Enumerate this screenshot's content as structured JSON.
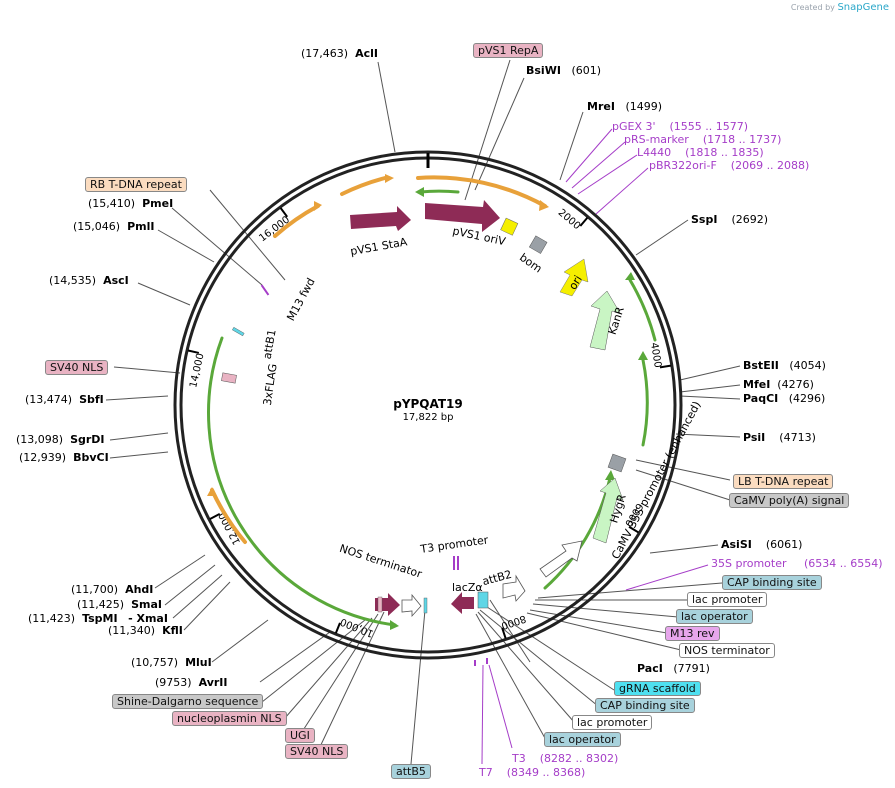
{
  "brand": {
    "created_by": "Created by",
    "product": "SnapGene"
  },
  "plasmid": {
    "name": "pYPQAT19",
    "size": "17,822 bp"
  },
  "ticks": [
    "2000",
    "4000",
    "6000",
    "8000",
    "10,000",
    "12,000",
    "14,000",
    "16,000"
  ],
  "features": {
    "pvs1_stab": "pVS1 StaA",
    "pvs1_oriv": "pVS1 oriV",
    "bom": "bom",
    "ori": "ori",
    "kanr": "KanR",
    "hygr": "HygR",
    "camv35s": "CaMV 35S promoter (enhanced)",
    "t3_promoter": "T3 promoter",
    "lacza": "lacZα",
    "attb2": "attB2",
    "nos_terminator": "NOS terminator",
    "m13_fwd": "M13 fwd",
    "attb1": "attB1",
    "flag": "3xFLAG"
  },
  "sites": {
    "acli": {
      "name": "AclI",
      "pos": "(17,463)"
    },
    "bsiwi": {
      "name": "BsiWI",
      "pos": "(601)"
    },
    "mrei": {
      "name": "MreI",
      "pos": "(1499)"
    },
    "sspi": {
      "name": "SspI",
      "pos": "(2692)"
    },
    "bsteii": {
      "name": "BstEII",
      "pos": "(4054)"
    },
    "mfei": {
      "name": "MfeI",
      "pos": "(4276)"
    },
    "paqci": {
      "name": "PaqCI",
      "pos": "(4296)"
    },
    "psii": {
      "name": "PsiI",
      "pos": "(4713)"
    },
    "asisi": {
      "name": "AsiSI",
      "pos": "(6061)"
    },
    "paci": {
      "name": "PacI",
      "pos": "(7791)"
    },
    "pmei": {
      "name": "PmeI",
      "pos": "(15,410)"
    },
    "pmli": {
      "name": "PmlI",
      "pos": "(15,046)"
    },
    "asci": {
      "name": "AscI",
      "pos": "(14,535)"
    },
    "sbfi": {
      "name": "SbfI",
      "pos": "(13,474)"
    },
    "sgrdi": {
      "name": "SgrDI",
      "pos": "(13,098)"
    },
    "bbvci": {
      "name": "BbvCI",
      "pos": "(12,939)"
    },
    "ahdi": {
      "name": "AhdI",
      "pos": "(11,700)"
    },
    "smai": {
      "name": "SmaI",
      "pos": "(11,425)"
    },
    "tspmi": {
      "name": "TspMI",
      "pos": "(11,423)"
    },
    "xmai": {
      "name": "- XmaI",
      "pos": ""
    },
    "kfli": {
      "name": "KflI",
      "pos": "(11,340)"
    },
    "mlui": {
      "name": "MluI",
      "pos": "(10,757)"
    },
    "avrii": {
      "name": "AvrII",
      "pos": "(9753)"
    }
  },
  "primers": {
    "pgex3": {
      "name": "pGEX 3'",
      "range": "(1555 .. 1577)"
    },
    "prsmarker": {
      "name": "pRS-marker",
      "range": "(1718 .. 1737)"
    },
    "l4440": {
      "name": "L4440",
      "range": "(1818 .. 1835)"
    },
    "pbr322": {
      "name": "pBR322ori-F",
      "range": "(2069 .. 2088)"
    },
    "p35s": {
      "name": "35S promoter",
      "range": "(6534 .. 6554)"
    },
    "t3": {
      "name": "T3",
      "range": "(8282 .. 8302)"
    },
    "t7": {
      "name": "T7",
      "range": "(8349 .. 8368)"
    },
    "m13rev": {
      "name": "M13 rev"
    }
  },
  "tags": {
    "pvs1_repa": "pVS1 RepA",
    "rb_tdna": "RB T-DNA repeat",
    "sv40_nls_left": "SV40 NLS",
    "lb_tdna": "LB T-DNA repeat",
    "camv_polya": "CaMV poly(A) signal",
    "cap_site_1": "CAP binding site",
    "lac_promoter_1": "lac promoter",
    "lac_operator_1": "lac operator",
    "m13_rev": "M13 rev",
    "nos_terminator": "NOS terminator",
    "grna_scaffold": "gRNA scaffold",
    "cap_site_2": "CAP binding site",
    "lac_promoter_2": "lac promoter",
    "lac_operator_2": "lac operator",
    "shine_dalgarno": "Shine-Dalgarno sequence",
    "nucleoplasmin_nls": "nucleoplasmin NLS",
    "ugi": "UGI",
    "sv40_nls_bottom": "SV40 NLS",
    "attb5": "attB5"
  },
  "colors": {
    "ring": "#222222",
    "orange_arrow": "#e8a13a",
    "green_arrow": "#5aa83a",
    "maroon": "#8e2b56",
    "yellow": "#f5ef00",
    "light_green": "#c9f5c4",
    "gray": "#9aa0a6",
    "primer": "#a53dc8",
    "cyan": "#5fd6e6",
    "tag_pink": "#e9b3c3",
    "tag_peach": "#fbdcc0",
    "tag_gray": "#c8c8c8",
    "tag_blue": "#a8d2dc",
    "tag_cyan": "#4fe0f0",
    "tag_violet": "#e7a6ec",
    "tag_white": "#ffffff"
  }
}
